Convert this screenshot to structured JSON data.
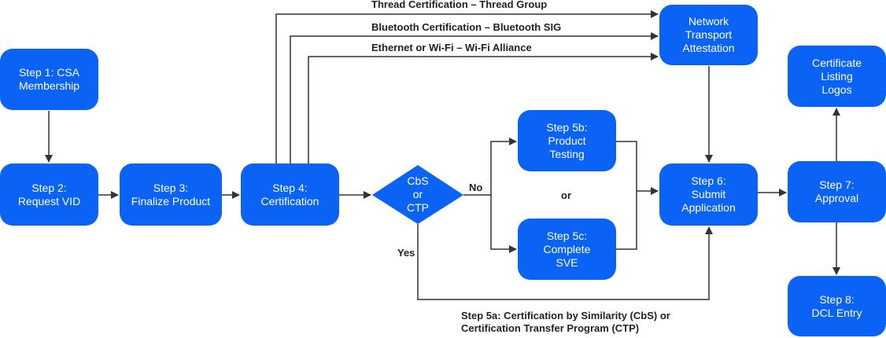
{
  "colors": {
    "box_fill": "#0a63f5",
    "line": "#333333",
    "text": "#222222"
  },
  "nodes": {
    "step1": "Step 1: CSA\nMembership",
    "step2": "Step 2:\nRequest VID",
    "step3": "Step 3:\nFinalize Product",
    "step4": "Step 4:\nCertification",
    "decision": "CbS\nor\nCTP",
    "step5b": "Step 5b:\nProduct\nTesting",
    "step5c": "Step 5c:\nComplete\nSVE",
    "step6": "Step 6:\nSubmit\nApplication",
    "nta": "Network\nTransport\nAttestation",
    "logos": "Certificate\nListing\nLogos",
    "step7": "Step 7:\nApproval",
    "step8": "Step 8:\nDCL Entry"
  },
  "labels": {
    "thread": "Thread Certification – Thread Group",
    "bluetooth": "Bluetooth Certification – Bluetooth SIG",
    "wifi": "Ethernet or Wi-Fi – Wi-Fi Alliance",
    "no": "No",
    "yes": "Yes",
    "or": "or",
    "step5a_line1": "Step 5a: Certification by Similarity (CbS) or",
    "step5a_line2": "Certification Transfer Program (CTP)"
  }
}
